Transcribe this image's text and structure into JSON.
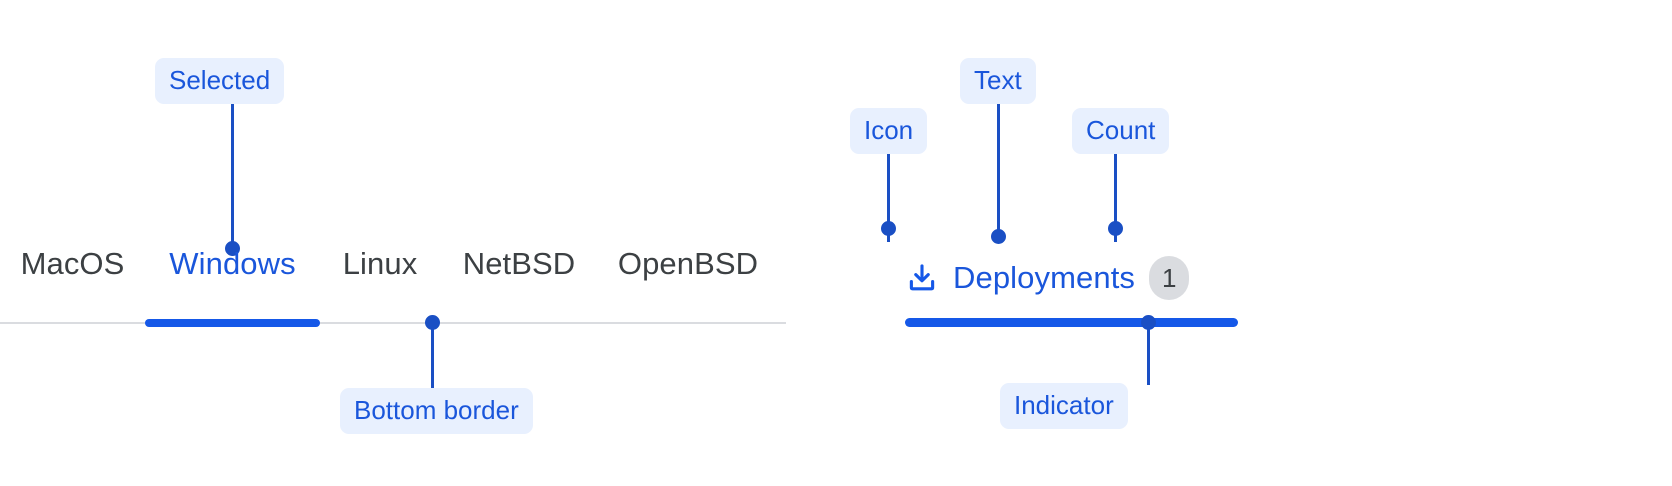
{
  "left_example": {
    "name": "tab-strip",
    "tabs": [
      {
        "label": "MacOS",
        "selected": false
      },
      {
        "label": "Windows",
        "selected": true
      },
      {
        "label": "Linux",
        "selected": false
      },
      {
        "label": "NetBSD",
        "selected": false
      },
      {
        "label": "OpenBSD",
        "selected": false
      }
    ],
    "annotations": [
      {
        "key": "selected",
        "label": "Selected"
      },
      {
        "key": "bottom_border",
        "label": "Bottom border"
      }
    ]
  },
  "right_example": {
    "name": "tab-anatomy",
    "tab": {
      "icon": "download-icon",
      "label": "Deployments",
      "count": "1",
      "selected": true
    },
    "annotations": [
      {
        "key": "icon",
        "label": "Icon"
      },
      {
        "key": "text",
        "label": "Text"
      },
      {
        "key": "count",
        "label": "Count"
      },
      {
        "key": "indicator",
        "label": "Indicator"
      }
    ]
  },
  "colors": {
    "accent_blue": "#1558e8",
    "annotation_blue": "#1a4fc4",
    "annotation_text": "#1a56db",
    "annotation_bg": "#e8f0fe",
    "text_default": "#3c4043",
    "border_gray": "#dadce0",
    "badge_bg": "#dadce0",
    "page_bg": "#ffffff"
  }
}
